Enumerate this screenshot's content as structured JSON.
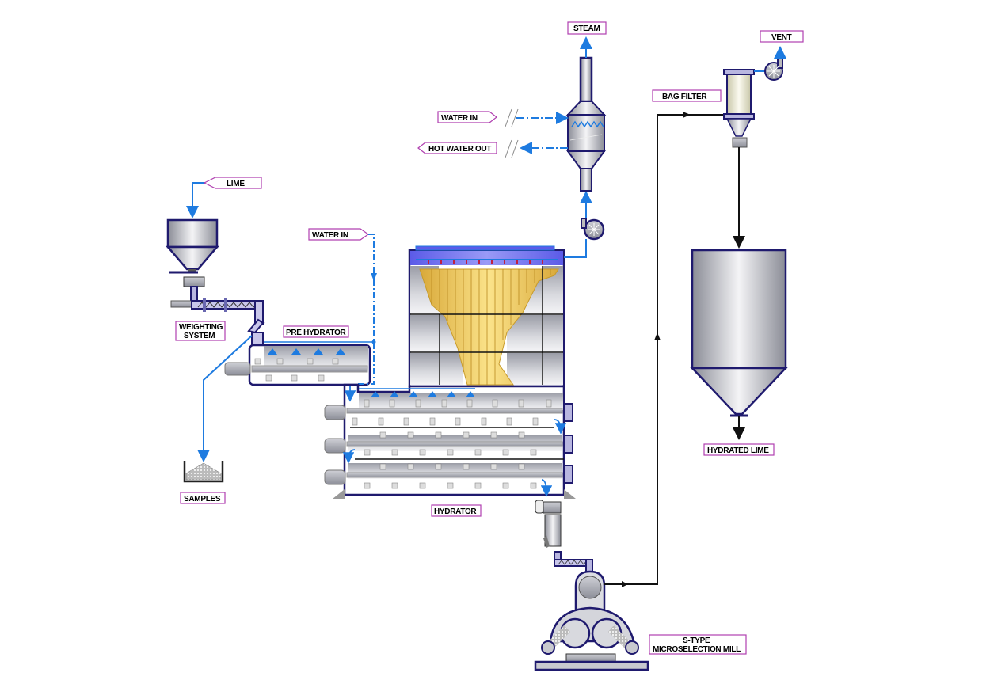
{
  "diagram": {
    "type": "process-flow",
    "title": "Lime hydration plant",
    "colors": {
      "equipment_outline": "#1f1a6e",
      "water_lines": "#1e7be0",
      "product_lines": "#111111",
      "label_border": "#b040b0",
      "filter_bags": "#f0c850"
    },
    "labels": {
      "steam": "STEAM",
      "vent": "VENT",
      "water_in_scrubber": "WATER IN",
      "hot_water_out": "HOT WATER OUT",
      "bag_filter": "BAG FILTER",
      "lime": "LIME",
      "water_in_prehydrator": "WATER IN",
      "weighting_system_1": "WEIGHTING",
      "weighting_system_2": "SYSTEM",
      "pre_hydrator": "PRE HYDRATOR",
      "samples": "SAMPLES",
      "hydrator": "HYDRATOR",
      "hydrated_lime": "HYDRATED LIME",
      "mill_1": "S-TYPE",
      "mill_2": "MICROSELECTION MILL"
    },
    "nodes": [
      {
        "id": "lime-hopper",
        "label": "LIME"
      },
      {
        "id": "weighting-system",
        "label": "WEIGHTING SYSTEM"
      },
      {
        "id": "pre-hydrator",
        "label": "PRE HYDRATOR"
      },
      {
        "id": "samples",
        "label": "SAMPLES"
      },
      {
        "id": "hydrator",
        "label": "HYDRATOR"
      },
      {
        "id": "dust-filter",
        "label": ""
      },
      {
        "id": "fan-1",
        "label": ""
      },
      {
        "id": "scrubber",
        "label": ""
      },
      {
        "id": "s-type-mill",
        "label": "S-TYPE MICROSELECTION MILL"
      },
      {
        "id": "bag-filter",
        "label": "BAG FILTER"
      },
      {
        "id": "fan-2",
        "label": ""
      },
      {
        "id": "silo",
        "label": "HYDRATED LIME"
      }
    ],
    "edges": [
      {
        "from": "LIME",
        "to": "lime-hopper",
        "medium": "lime"
      },
      {
        "from": "lime-hopper",
        "to": "weighting-system",
        "medium": "lime"
      },
      {
        "from": "weighting-system",
        "to": "pre-hydrator",
        "medium": "lime"
      },
      {
        "from": "weighting-system",
        "to": "samples",
        "medium": "lime"
      },
      {
        "from": "WATER IN",
        "to": "pre-hydrator",
        "medium": "water"
      },
      {
        "from": "WATER IN",
        "to": "hydrator",
        "medium": "water"
      },
      {
        "from": "pre-hydrator",
        "to": "hydrator",
        "medium": "lime"
      },
      {
        "from": "hydrator",
        "to": "dust-filter",
        "medium": "gas"
      },
      {
        "from": "dust-filter",
        "to": "fan-1",
        "medium": "gas"
      },
      {
        "from": "fan-1",
        "to": "scrubber",
        "medium": "gas"
      },
      {
        "from": "WATER IN",
        "to": "scrubber",
        "medium": "water"
      },
      {
        "from": "scrubber",
        "to": "HOT WATER OUT",
        "medium": "water"
      },
      {
        "from": "scrubber",
        "to": "STEAM",
        "medium": "steam"
      },
      {
        "from": "hydrator",
        "to": "s-type-mill",
        "medium": "hydrate"
      },
      {
        "from": "s-type-mill",
        "to": "bag-filter",
        "medium": "hydrate"
      },
      {
        "from": "bag-filter",
        "to": "fan-2",
        "medium": "air"
      },
      {
        "from": "fan-2",
        "to": "VENT",
        "medium": "air"
      },
      {
        "from": "bag-filter",
        "to": "silo",
        "medium": "hydrate"
      },
      {
        "from": "silo",
        "to": "HYDRATED LIME",
        "medium": "hydrate"
      }
    ]
  }
}
